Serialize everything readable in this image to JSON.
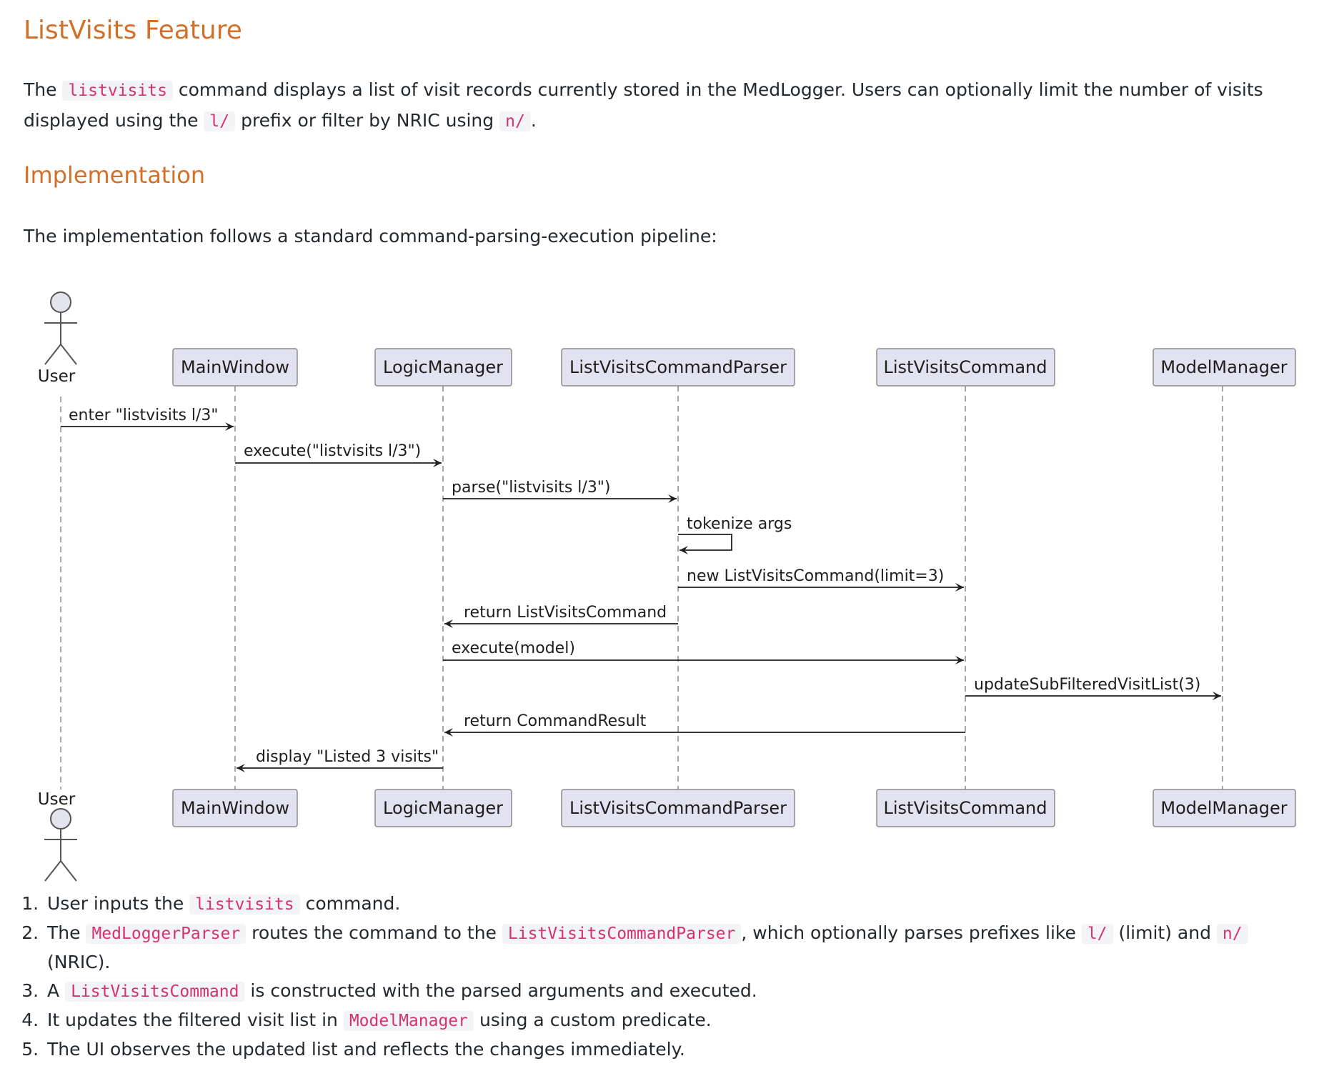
{
  "heading": "ListVisits Feature",
  "intro": {
    "t1": "The ",
    "c1": "listvisits",
    "t2": " command displays a list of visit records currently stored in the MedLogger. Users can optionally limit the number of visits displayed using the ",
    "c2": "l/",
    "t3": " prefix or filter by NRIC using ",
    "c3": "n/",
    "t4": "."
  },
  "subheading": "Implementation",
  "pipeline_text": "The implementation follows a standard command-parsing-execution pipeline:",
  "diagram": {
    "actor": "User",
    "participants": [
      "MainWindow",
      "LogicManager",
      "ListVisitsCommandParser",
      "ListVisitsCommand",
      "ModelManager"
    ],
    "messages": [
      "enter \"listvisits l/3\"",
      "execute(\"listvisits l/3\")",
      "parse(\"listvisits l/3\")",
      "tokenize args",
      "new ListVisitsCommand(limit=3)",
      "return ListVisitsCommand",
      "execute(model)",
      "updateSubFilteredVisitList(3)",
      "return CommandResult",
      "display \"Listed 3 visits\""
    ]
  },
  "steps": [
    {
      "a": "User inputs the ",
      "c": "listvisits",
      "b": " command."
    },
    {
      "a": "The ",
      "c": "MedLoggerParser",
      "b": " routes the command to the ",
      "c2": "ListVisitsCommandParser",
      "b2": ", which optionally parses prefixes like ",
      "c3": "l/",
      "b3": " (limit) and ",
      "c4": "n/",
      "b4": " (NRIC)."
    },
    {
      "a": "A ",
      "c": "ListVisitsCommand",
      "b": " is constructed with the parsed arguments and executed."
    },
    {
      "a": "It updates the filtered visit list in ",
      "c": "ModelManager",
      "b": " using a custom predicate."
    },
    {
      "a": "The UI observes the updated list and reflects the changes immediately."
    }
  ]
}
